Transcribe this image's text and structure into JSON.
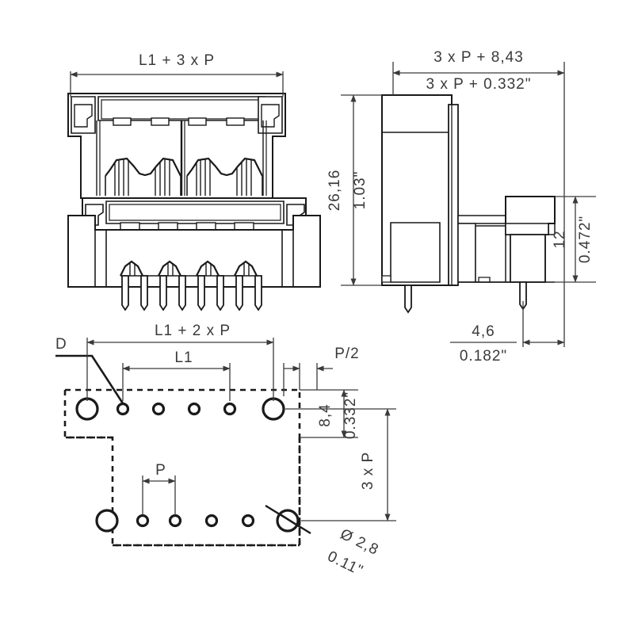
{
  "drawing": {
    "title": "PCB connector dimensioned drawing",
    "line_color": "#1a1a1a",
    "dim_color": "#3a3a3a",
    "fill_color": "#ffffff",
    "background": "#ffffff"
  },
  "views": {
    "front": {
      "name": "front-view",
      "pin_count": 8,
      "contact_groups": 2
    },
    "side": {
      "name": "side-view"
    },
    "drilling_plan": {
      "name": "drilling-plan",
      "top_row_small_holes": 4,
      "bottom_row_small_holes": 4,
      "large_holes": 4
    }
  },
  "dimensions": {
    "front_width": "L1 + 3 x P",
    "side_width_mm": "3 x P + 8,43",
    "side_width_in": "3 x P + 0.332\"",
    "side_height_mm": "26,16",
    "side_height_in": "1.03\"",
    "tail_height_mm": "12",
    "tail_height_in": "0.472\"",
    "pin_offset_mm": "4,6",
    "pin_offset_in": "0.182\"",
    "plan_width": "L1 + 2 x P",
    "plan_inner": "L1",
    "half_pitch": "P/2",
    "pitch": "P",
    "row_edge_mm": "8,4",
    "row_edge_in": "0.332\"",
    "row_spacing": "3 x P",
    "hole_dia_mm": "Ø 2,8",
    "hole_dia_in": "0.11\"",
    "detail_marker": "D"
  }
}
